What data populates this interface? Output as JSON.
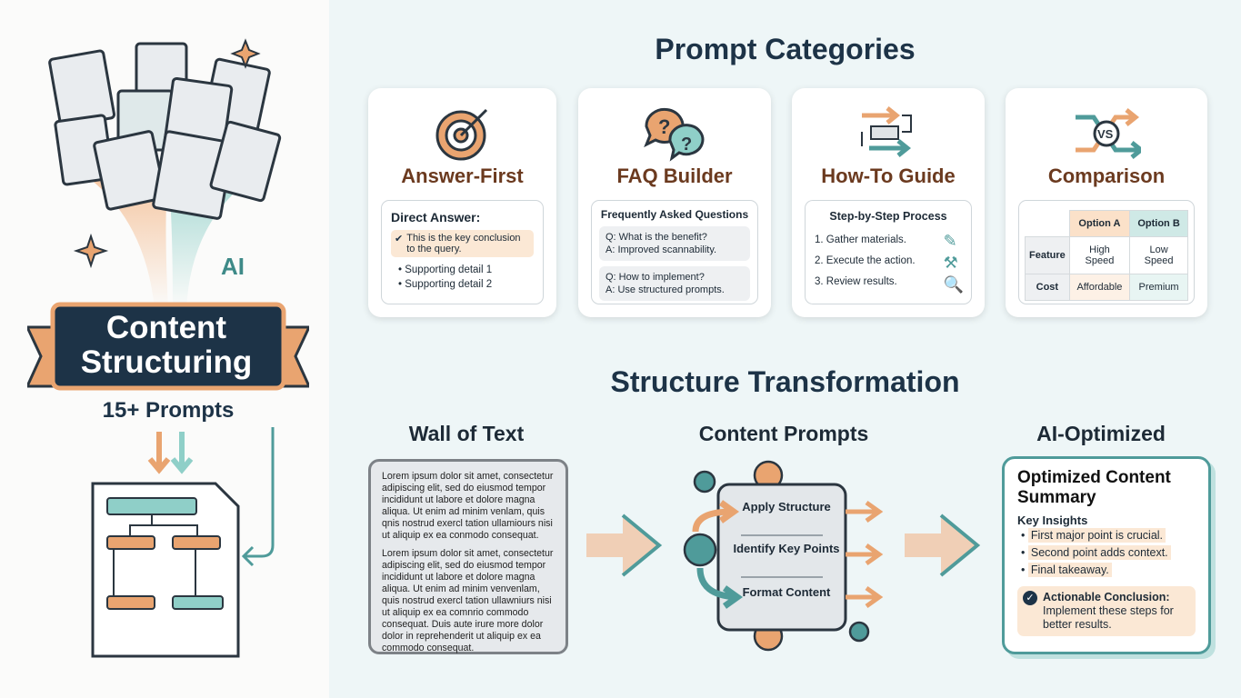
{
  "hero": {
    "banner_line1": "Content",
    "banner_line2": "Structuring",
    "subtitle": "15+ Prompts",
    "ai_label": "AI"
  },
  "categories": {
    "title": "Prompt Categories",
    "cards": [
      {
        "title": "Answer-First",
        "icon": "target-icon",
        "heading": "Direct Answer:",
        "highlight": "This is the key conclusion to the query.",
        "bullets": [
          "Supporting detail 1",
          "Supporting detail 2"
        ]
      },
      {
        "title": "FAQ Builder",
        "icon": "question-bubbles-icon",
        "heading": "Frequently Asked Questions",
        "qas": [
          {
            "q": "Q: What is the benefit?",
            "a": "A: Improved scannability."
          },
          {
            "q": "Q: How to implement?",
            "a": "A: Use structured prompts."
          }
        ]
      },
      {
        "title": "How-To Guide",
        "icon": "flow-arrows-icon",
        "heading": "Step-by-Step Process",
        "steps": [
          "1. Gather materials.",
          "2. Execute the action.",
          "3. Review results."
        ]
      },
      {
        "title": "Comparison",
        "icon": "vs-arrows-icon",
        "table": {
          "headers": [
            "",
            "Option A",
            "Option B"
          ],
          "rows": [
            [
              "Feature",
              "High Speed",
              "Low Speed"
            ],
            [
              "Cost",
              "Affordable",
              "Premium"
            ]
          ]
        }
      }
    ]
  },
  "transformation": {
    "title": "Structure Transformation",
    "columns": [
      "Wall of Text",
      "Content Prompts",
      "AI-Optimized"
    ],
    "wall_paragraphs": [
      "Lorem ipsum dolor sit amet, consectetur adipiscing elit, sed do eiusmod tempor incididunt ut labore et dolore magna aliqua. Ut enim ad minim venlam, quis qnis nostrud exercl tation ullamiours nisi ut aliquip ex ea conmodo consequat.",
      "Lorem ipsum dolor sit amet, consectetur adipiscing elit, sed do eiusmod tempor incididunt ut labore et dolore magna aliqua. Ut enim ad minim venvenlam, quis nostrud exercl tation ullawniurs nisi ut aliquip ex ea comnrio commodo consequat. Duis aute irure more dolor dolor in reprehenderit ut aliquip ex ea commodo consequat."
    ],
    "process_steps": [
      "Apply Structure",
      "Identify Key Points",
      "Format Content"
    ],
    "output": {
      "title": "Optimized Content Summary",
      "insights_label": "Key Insights",
      "insights": [
        "First major point is crucial.",
        "Second point adds context.",
        "Final takeaway."
      ],
      "conclusion_label": "Actionable Conclusion:",
      "conclusion_text": "Implement these steps for better results."
    }
  },
  "colors": {
    "navy": "#1d3347",
    "orange": "#e9a470",
    "teal": "#4f9b9a",
    "brown": "#6b3a1f"
  }
}
